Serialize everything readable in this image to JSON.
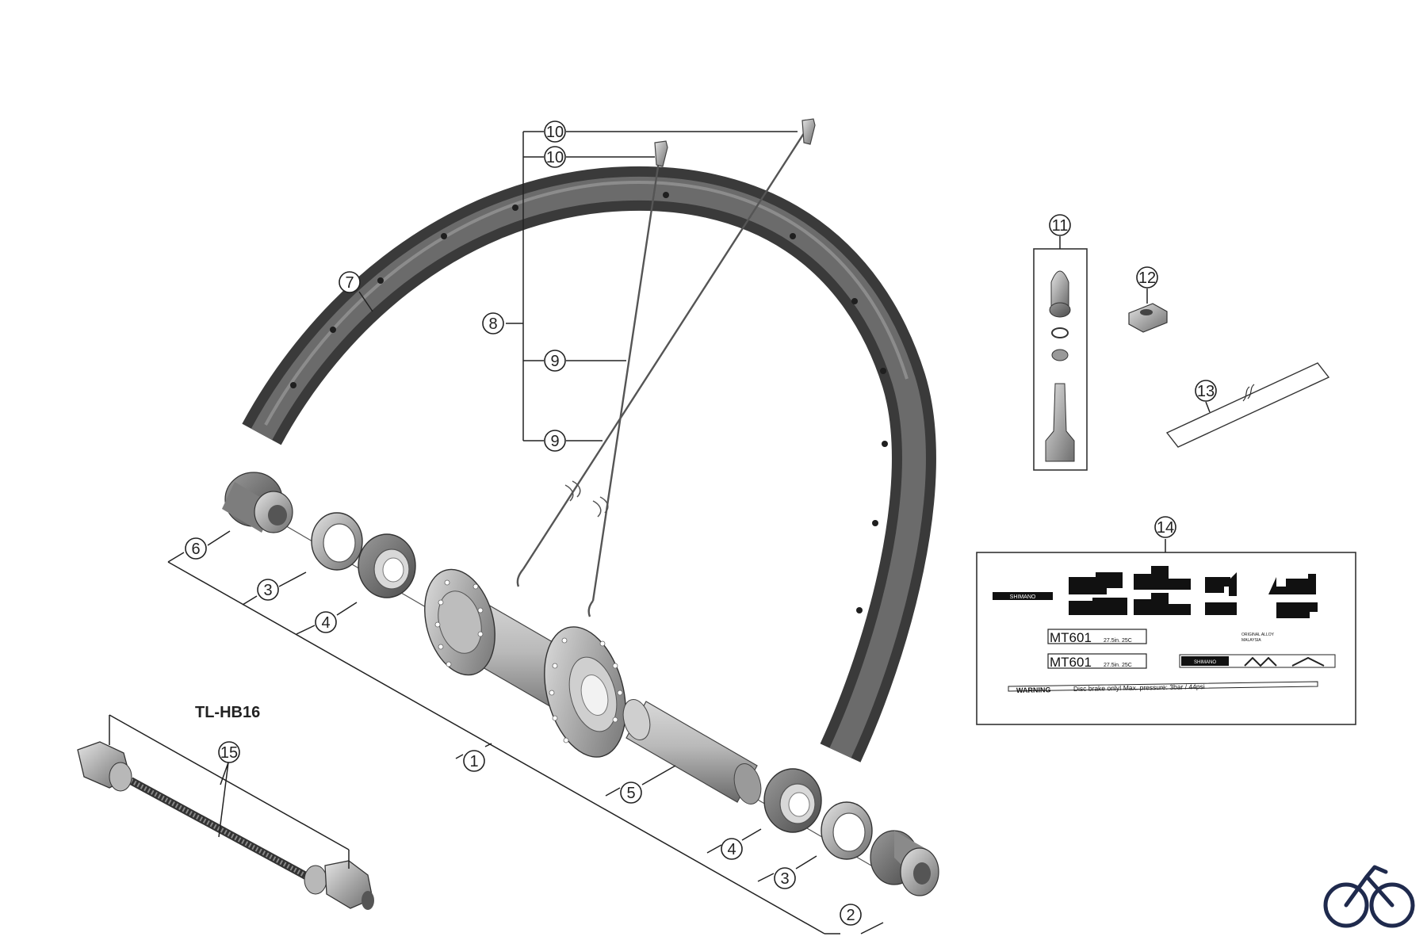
{
  "diagram": {
    "tool_label": "TL-HB16",
    "callouts": [
      "1",
      "2",
      "3",
      "3",
      "4",
      "4",
      "5",
      "6",
      "7",
      "8",
      "9",
      "9",
      "10",
      "10",
      "11",
      "12",
      "13",
      "14",
      "15"
    ],
    "decal": {
      "brand": "SHIMANO",
      "model_1": "MT601",
      "model_1_size": "27.5in. 25C",
      "model_2": "MT601",
      "model_2_size": "27.5in. 25C",
      "origin_line_1": "ORIGINAL ALLOY",
      "origin_line_2": "MALAYSIA",
      "brand_strip": "SHIMANO",
      "warning_label": "WARNING",
      "warning_text": "Disc brake only!  Max. pressure: 3bar / 44psi"
    }
  },
  "logo": {
    "name": "bicycle-logo-icon"
  }
}
